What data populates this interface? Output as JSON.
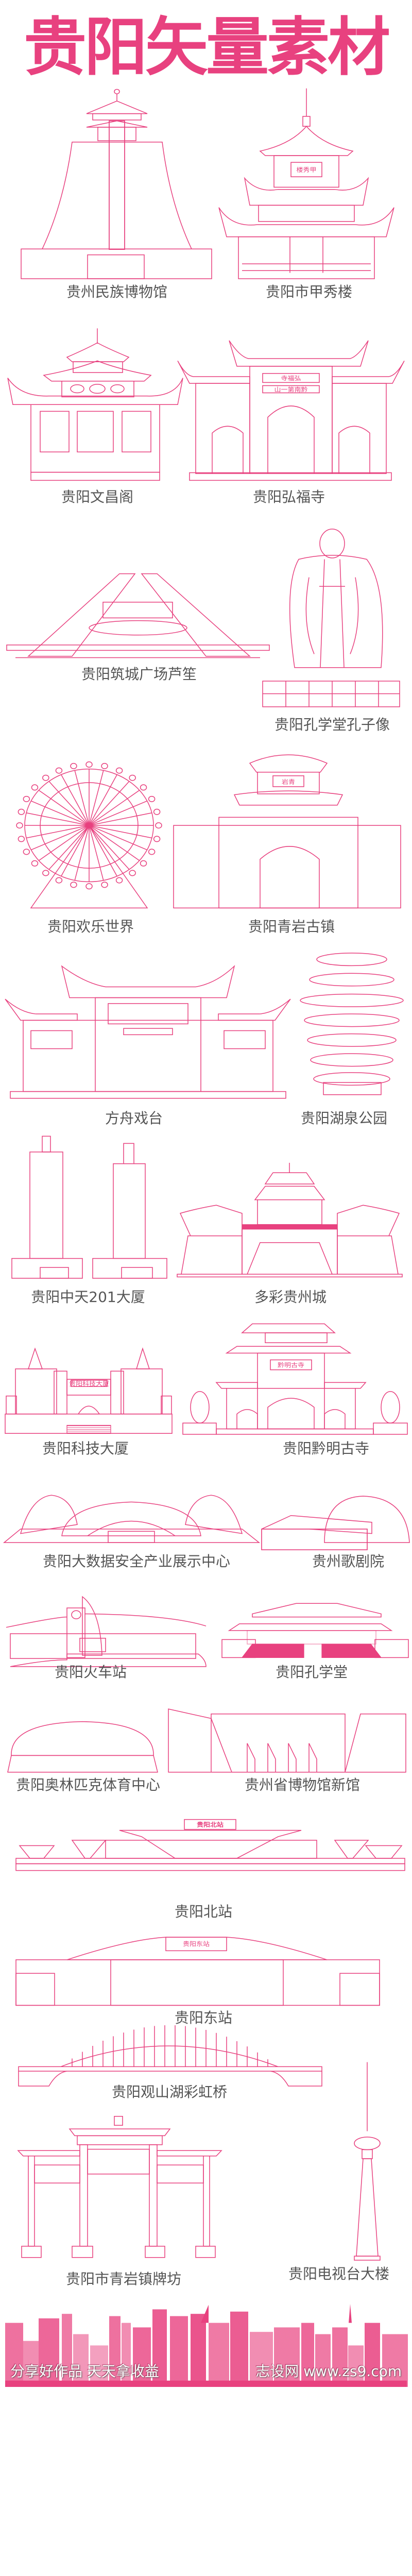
{
  "title": "贵阳矢量素材",
  "colors": {
    "accent": "#e8417f",
    "label": "#555555",
    "background": "#ffffff"
  },
  "landmarks": [
    {
      "label": "贵州民族博物馆"
    },
    {
      "label": "贵阳市甲秀楼",
      "sign": "楼秀甲"
    },
    {
      "label": "贵阳文昌阁"
    },
    {
      "label": "贵阳弘福寺",
      "sign": "寺福弘",
      "sign2": "山一第南黔"
    },
    {
      "label": "贵阳筑城广场芦笙"
    },
    {
      "label": "贵阳孔学堂孔子像"
    },
    {
      "label": "贵阳欢乐世界"
    },
    {
      "label": "贵阳青岩古镇",
      "sign": "岩青"
    },
    {
      "label": "方舟戏台"
    },
    {
      "label": "贵阳湖泉公园"
    },
    {
      "label": "贵阳中天201大厦"
    },
    {
      "label": "多彩贵州城"
    },
    {
      "label": "贵阳科技大厦",
      "sign": "贵阳科技大厦"
    },
    {
      "label": "贵阳黔明古寺",
      "sign": "黔明古寺"
    },
    {
      "label": "贵阳大数据安全产业展示中心"
    },
    {
      "label": "贵州歌剧院"
    },
    {
      "label": "贵阳火车站"
    },
    {
      "label": "贵阳孔学堂"
    },
    {
      "label": "贵阳奥林匹克体育中心"
    },
    {
      "label": "贵州省博物馆新馆"
    },
    {
      "label": "贵阳北站",
      "sign": "贵阳北站"
    },
    {
      "label": "贵阳东站",
      "sign": "贵阳东站"
    },
    {
      "label": "贵阳观山湖彩虹桥"
    },
    {
      "label": "贵阳市青岩镇牌坊"
    },
    {
      "label": "贵阳电视台大楼"
    }
  ],
  "footer": {
    "left": "分享好作品 天天拿收益",
    "right": "志设网 www.zs9.com"
  }
}
